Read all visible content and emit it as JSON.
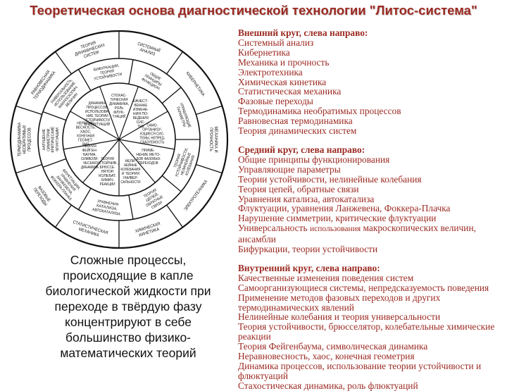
{
  "title": "Теоретическая основа диагностической технологии \"Литос-система\"",
  "caption": "Сложные процессы, происходящие в капле биологической жидкости при переходе в твёрдую фазу концентрируют в себе большинство физико-математических теорий",
  "sections": {
    "outer": {
      "heading": "Внешний круг, слева направо:",
      "items": [
        "Системный анализ",
        "Кибернетика",
        "Механика и прочность",
        "Электротехника",
        "Химическая кинетика",
        "Статистическая механика",
        "Фазовые переходы",
        "Термодинамика необратимых процессов",
        "Равновесная термодинамика",
        "Теория динамических систем"
      ]
    },
    "middle": {
      "heading": "Средний круг, слева направо:",
      "items": [
        "Общие принципы функционирования",
        "Управляющие параметры",
        "Теории устойчивости, нелинейные колебания",
        "Теория цепей, обратные связи",
        "Уравнения катализа, автокатализа",
        "Флуктуации, уравнения Ланжевена, Фоккера-Плачка",
        "Нарушение симметрии, критические флуктуации"
      ],
      "item8_main": "Универсальность",
      "item8_small": "использования",
      "item8_rest": "макроскопических величин, ансамбли",
      "item9": "Бифуркации, теории устойчивости"
    },
    "inner": {
      "heading": "Внутренний круг, слева направо:",
      "items": [
        "Качественные изменения поведения систем",
        "Самоорганизующиеся системы, непредсказуемость поведения",
        "Применение методов фазовых переходов и других термодинамических явлений",
        "Нелинейные  колебания и теория универсальности",
        "Теория устойчивости, брюсселятор, колебательные химические реакции",
        "Теория Фейгенбаума, символическая динамика",
        "Неравновесность, хаос, конечная геометрия",
        "Динамика процессов, использование теории устойчивости и флюктуаций",
        "Стахостическая динамика, роль флюктуаций"
      ]
    }
  },
  "wheel": {
    "outer_labels": [
      [
        "СИСТЕМНЫЙ",
        "АНАЛИЗ"
      ],
      [
        "КИБЕРНЕТИКА"
      ],
      [
        "МЕХАНИКА И",
        "ПРОЧНОСТЬ"
      ],
      [
        "ЭЛЕКТРОТЕХНИКА"
      ],
      [
        "ХИМИЧЕСКАЯ",
        "КИНЕТИКА"
      ],
      [
        "СТАТИСТИЧЕСКАЯ",
        "МЕХАНИКА"
      ],
      [
        "ФАЗОВЫЕ",
        "ПЕРЕХОДЫ"
      ],
      [
        "ТЕРМОДИНАМИКА",
        "НЕОБРАТИМЫХ",
        "ПРОЦЕССОВ"
      ],
      [
        "РАВНОВЕСНАЯ",
        "ТЕРМОДИНАМИКА"
      ],
      [
        "ТЕОРИЯ",
        "ДИНАМИЧЕСКИХ",
        "СИСТЕМ"
      ]
    ],
    "middle_labels": [
      [
        "ОБЩИЕ",
        "ПРИНЦИПЫ",
        "ФУНКЦИОН."
      ],
      [
        "УПРАВЛЯЮЩИЕ",
        "ПАРАМЕТРЫ"
      ],
      [
        "ТЕОРИЯ",
        "УСТОЙЧИВОСТИ,",
        "НЕЛИНЕЙНЫЕ",
        "КОЛЕБАНИЯ"
      ],
      [
        "ТЕОРИЯ",
        "ЦЕПЕЙ,",
        "ОБРАТНЫЕ",
        "СВЯЗИ"
      ],
      [
        "УРАВНЕНИЯ",
        "КАТАЛИЗА,",
        "АВТОКАТАЛИЗА"
      ],
      [
        "ФЛУКТУАЦИИ,",
        "УРАВНЕНИЯ",
        "ЛАНЖЕВЕНА,",
        "ФОККЕРА-ПЛАНКА"
      ],
      [
        "НАРУШЕНИЕ",
        "СИММЕТРИИ,",
        "КРИТИЧЕСКИЕ",
        "ФЛУКТУАЦИИ"
      ],
      [
        "УНИВЕРСАЛЬНОСТЬ,",
        "ИСПОЛЬЗОВАНИЕ",
        "МАКРОСКОПИЧ.",
        "ВЕЛИЧИН"
      ],
      [
        "БИФУРКАЦИИ,",
        "ТЕОРИЯ",
        "УСТОЙЧИВОСТИ"
      ]
    ],
    "inner_labels": [
      [
        "КАЧЕСТ-",
        "ВЕННЫЕ",
        "ИЗМЕНЕ-",
        "НИЯ ПО-",
        "ВЕДЕНИЯ",
        "СИС-",
        "ТЕМ"
      ],
      [
        "САМО-",
        "ОРГАНИЗУ-",
        "ЮЩИЕСЯ СИС-",
        "ТЕМЫ, НЕПРЕД-",
        "СКАЗУЕМОСТЬ"
      ],
      [
        "ПРИМЕ-",
        "НЕНИЕ МЕТО-",
        "ДОВ ФАЗОВЫХ",
        "ПЕРЕХОДОВ"
      ],
      [
        "НЕЛИ-",
        "НЕЙНЫЕ",
        "КОЛЕБАНИЯ",
        "И ТЕОРИЯ",
        "УНИВЕР-",
        "САЛЬНОСТИ"
      ],
      [
        "ТЕОРИЯ",
        "УСТОЙЧИВ.,",
        "БРЮССЕ-",
        "ЛЯТОР,",
        "КОЛЕБАТ.",
        "ХИМИЧ.",
        "РЕАКЦИИ"
      ],
      [
        "ТЕОРИЯ",
        "ФЕЙГЕН-",
        "БАУМА,",
        "СИМВОЛИ-",
        "ЧЕСКАЯ",
        "ДИНАМИКА"
      ],
      [
        "НЕРАВНО-",
        "ВЕСНОСТЬ,",
        "ХАОС,",
        "КОНЕЧНАЯ",
        "ГЕОМЕТ-",
        "РИЯ"
      ],
      [
        "ДИНАМИКА",
        "ПРОЦЕССОВ,",
        "ИСПОЛЬЗОВА-",
        "НИЕ ТЕОРИИ",
        "УСТОЙЧИВОСТИ",
        "И ФЛУКТУАЦИЙ"
      ],
      [
        "СТОХАС-",
        "ТИЧЕСКАЯ",
        "ДИНАМИКА,",
        "РОЛЬ",
        "ФЛУК-",
        "ТУАЦИЙ"
      ]
    ]
  }
}
